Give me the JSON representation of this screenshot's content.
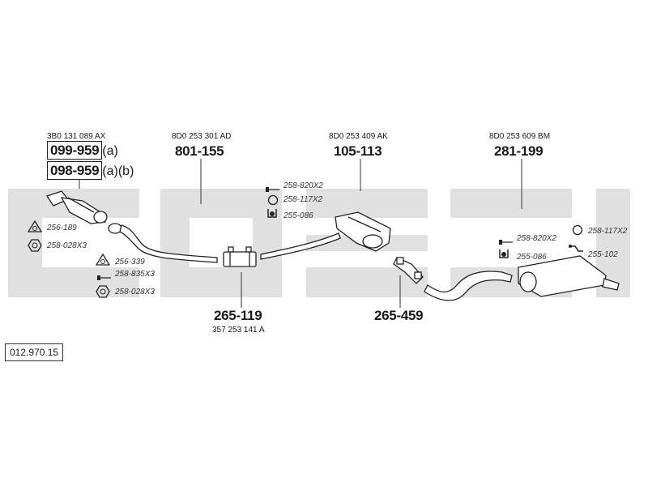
{
  "diagram": {
    "reference": "012.970.15",
    "main_parts": [
      {
        "id": "p1",
        "oem": "3B0 131 089 AX",
        "numbers": [
          {
            "value": "099-959",
            "suffix": "(a)"
          },
          {
            "value": "098-959",
            "suffix": "(a)(b)"
          }
        ]
      },
      {
        "id": "p2",
        "oem": "8D0 253 301 AD",
        "number": "801-155"
      },
      {
        "id": "p3",
        "oem": "8D0 253 409 AK",
        "number": "105-113"
      },
      {
        "id": "p4",
        "oem": "8D0 253 609 BM",
        "number": "281-199"
      },
      {
        "id": "p5",
        "oem": "357 253 141 A",
        "number": "265-119"
      },
      {
        "id": "p6",
        "number": "265-459"
      }
    ],
    "small_parts": [
      {
        "id": "s1",
        "code": "256-189",
        "icon": "gasket-icon"
      },
      {
        "id": "s2",
        "code": "258-028X3",
        "icon": "nut-icon"
      },
      {
        "id": "s3",
        "code": "256-339",
        "icon": "gasket-icon"
      },
      {
        "id": "s4",
        "code": "258-835X3",
        "icon": "bolt-icon"
      },
      {
        "id": "s5",
        "code": "258-028X3",
        "icon": "nut-icon"
      },
      {
        "id": "s6",
        "code": "258-820X2",
        "icon": "bolt-icon"
      },
      {
        "id": "s7",
        "code": "258-117X2",
        "icon": "ring-icon"
      },
      {
        "id": "s8",
        "code": "255-086",
        "icon": "mount-icon"
      },
      {
        "id": "s9",
        "code": "258-820X2",
        "icon": "bolt-icon"
      },
      {
        "id": "s10",
        "code": "258-117X2",
        "icon": "ring-icon"
      },
      {
        "id": "s11",
        "code": "255-086",
        "icon": "mount-icon"
      },
      {
        "id": "s12",
        "code": "255-102",
        "icon": "bracket-icon"
      }
    ],
    "colors": {
      "watermark": "#dcdcdc",
      "line": "#222222"
    }
  }
}
